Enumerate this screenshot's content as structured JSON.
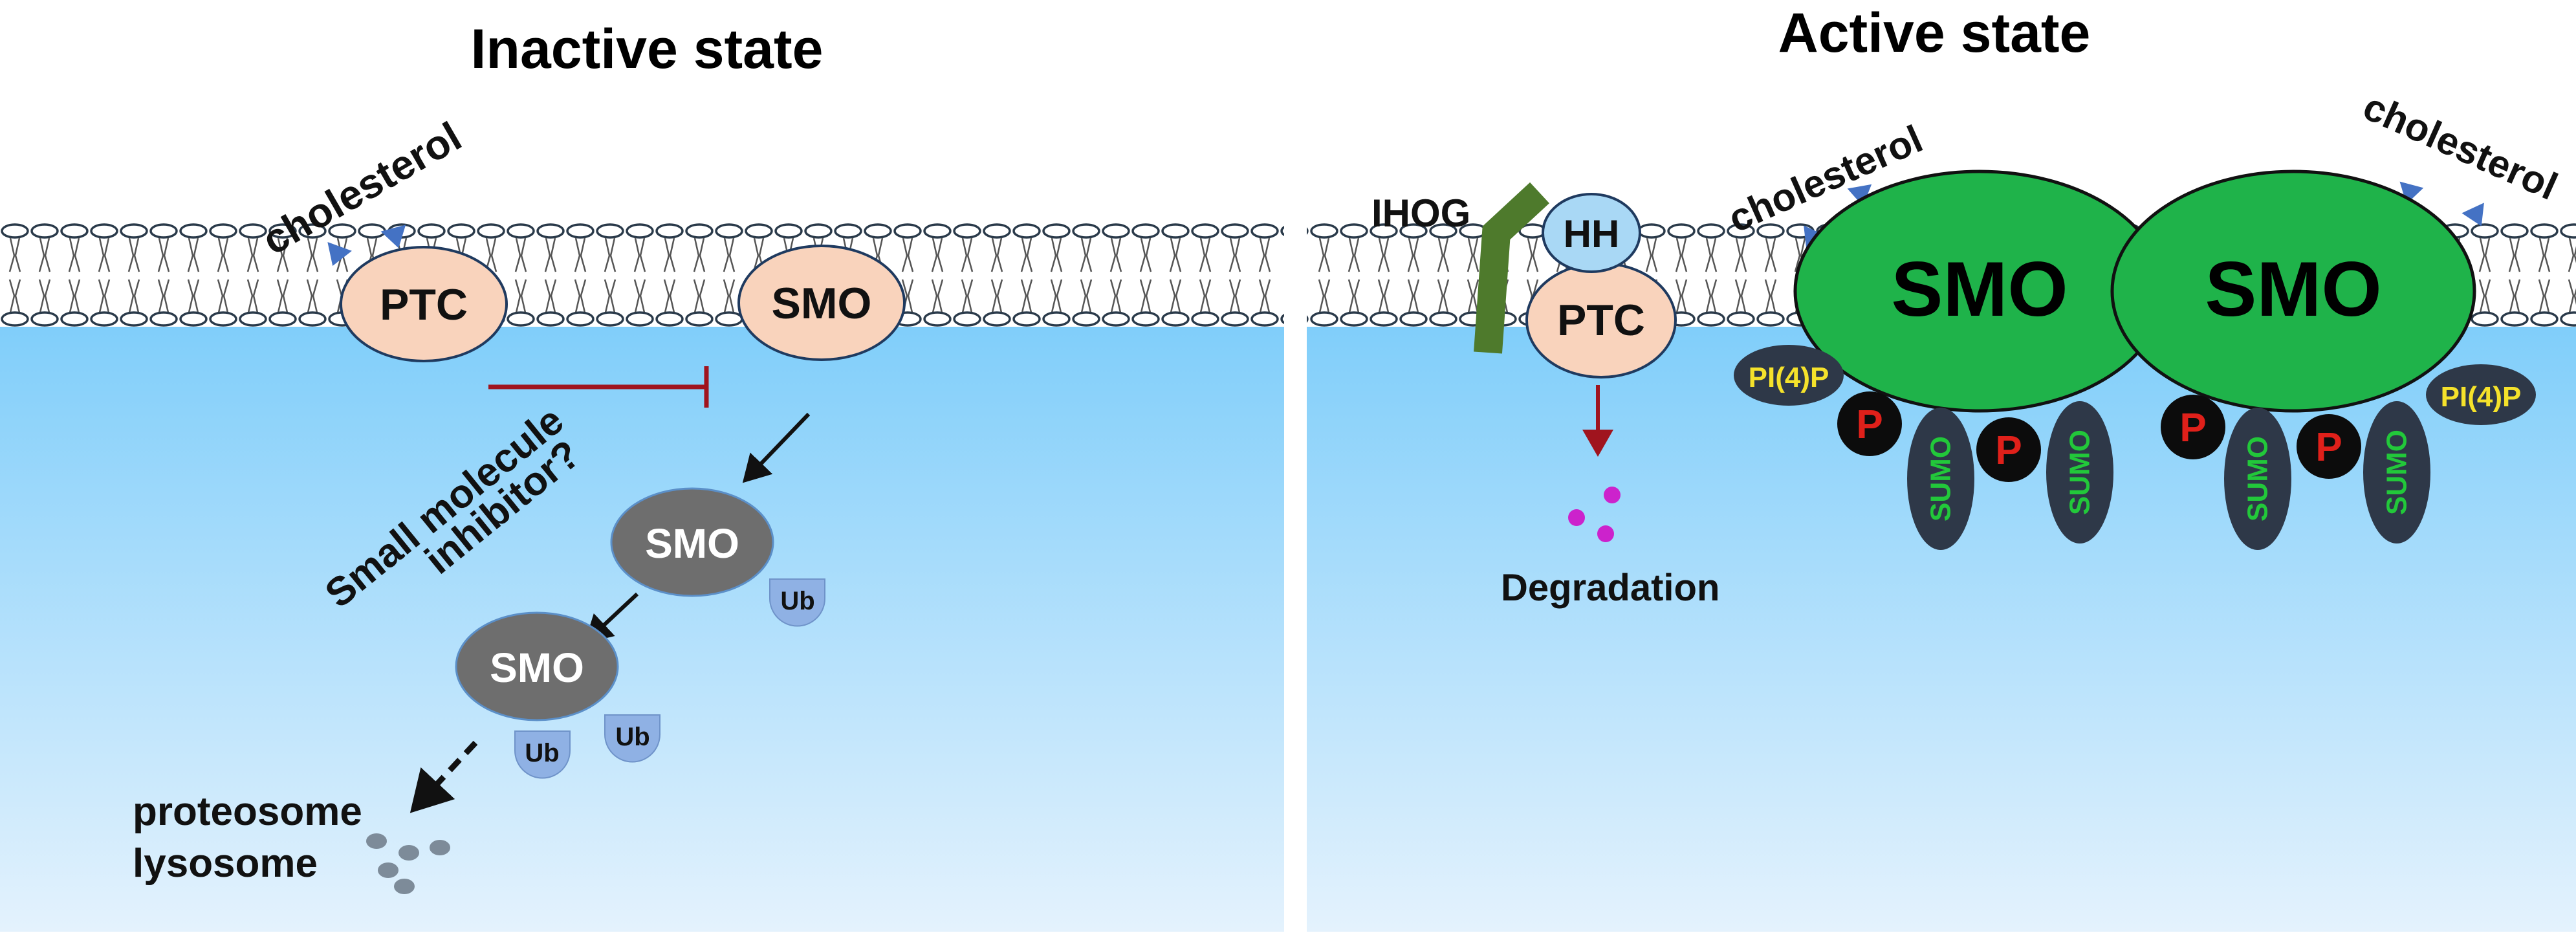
{
  "panels": {
    "inactive": {
      "title": "Inactive state",
      "cholesterol": "cholesterol",
      "ptc": "PTC",
      "smo": "SMO",
      "inhibitor_line1": "Small molecule",
      "inhibitor_line2": "inhibitor?",
      "smo_ub_1": "SMO",
      "smo_ub_2": "SMO",
      "ub": "Ub",
      "proteosome": "proteosome",
      "lysosome": "lysosome"
    },
    "active": {
      "title": "Active state",
      "ihog": "IHOG",
      "hh": "HH",
      "ptc": "PTC",
      "degradation": "Degradation",
      "cholesterol": "cholesterol",
      "smo": "SMO",
      "pi4p": "PI(4)P",
      "p": "P",
      "sumo": "SUMO"
    }
  },
  "colors": {
    "cytoplasm_top": "#80CEFA",
    "cytoplasm_bottom": "#E4F2FD",
    "ptc_fill": "#F9D3BC",
    "smo_active": "#1FB34A",
    "smo_degraded": "#6E6E6E",
    "ub": "#8FB1E4",
    "cholesterol": "#4472C4",
    "inhibit": "#A0141E",
    "sumo_text": "#22C83A",
    "p_text": "#E0201A",
    "pi4p_text": "#F5E22B",
    "ihog": "#4E7A2C",
    "hh_fill": "#A9D8F5",
    "degradation_dots": "#CC22CC"
  }
}
